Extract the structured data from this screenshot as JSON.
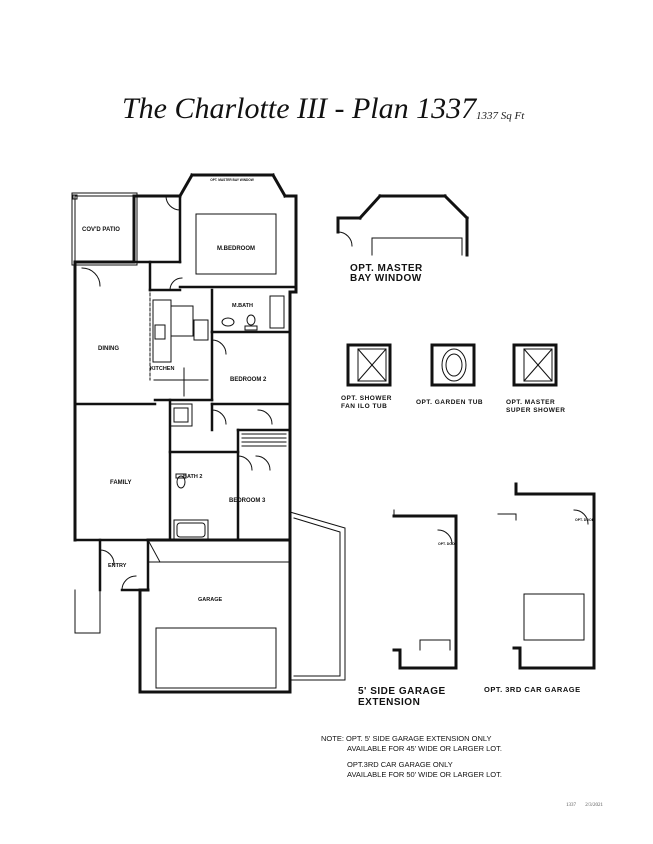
{
  "header": {
    "title": "The Charlotte III - Plan 1337",
    "sqft": "1337 Sq Ft"
  },
  "rooms": {
    "covd_patio": "COV'D PATIO",
    "master_bedroom": "M.BEDROOM",
    "master_bath": "M.BATH",
    "dining": "DINING",
    "kitchen": "KITCHEN",
    "bedroom2": "BEDROOM 2",
    "family": "FAMILY",
    "bath2": "BATH 2",
    "bedroom3": "BEDROOM 3",
    "entry": "ENTRY",
    "garage": "GARAGE",
    "opt_master_bay_window_small": "OPT. MASTER BAY WINDOW",
    "opt_door_1": "OPT. DOOR",
    "opt_door_2": "OPT. DOOR"
  },
  "options": {
    "master_bay_line1": "OPT. MASTER",
    "master_bay_line2": "BAY WINDOW",
    "shower_line1": "OPT. SHOWER",
    "shower_line2": "FAN ILO TUB",
    "garden_tub": "OPT. GARDEN TUB",
    "super_shower_line1": "OPT. MASTER",
    "super_shower_line2": "SUPER SHOWER",
    "side_garage_line1": "5' SIDE GARAGE",
    "side_garage_line2": "EXTENSION",
    "third_car_garage": "OPT. 3RD CAR GARAGE"
  },
  "notes": {
    "note1_line1": "NOTE: OPT. 5' SIDE GARAGE EXTENSION ONLY",
    "note1_line2": "AVAILABLE FOR 45' WIDE OR LARGER LOT.",
    "note2_line1": "OPT.3RD CAR GARAGE ONLY",
    "note2_line2": "AVAILABLE FOR 50' WIDE OR LARGER LOT."
  },
  "footer": {
    "plan_no": "1337",
    "date": "2/3/2021"
  }
}
